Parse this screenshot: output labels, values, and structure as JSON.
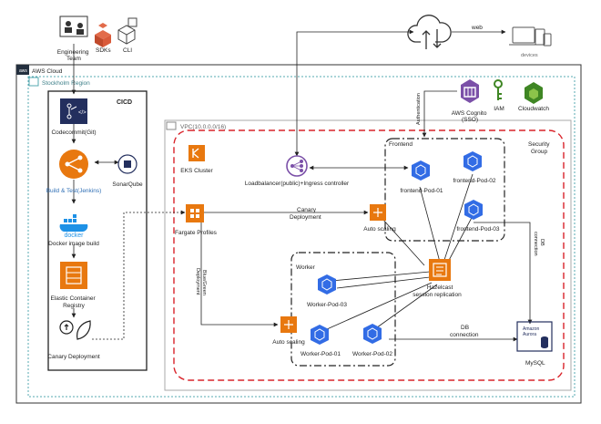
{
  "top": {
    "engineering_team": [
      "Engineering",
      "Team"
    ],
    "sdks": "SDKs",
    "cli": "CLI",
    "web": "web",
    "devices": "devices"
  },
  "regions": {
    "aws_cloud": "AWS Cloud",
    "stockholm": "Stockholm Region",
    "cicd": "CICD",
    "vpc": "VPC(10.0.0.0/16)",
    "frontend": "Frontend",
    "worker": "Worker",
    "security_group": [
      "Security",
      "Group"
    ]
  },
  "cicd": {
    "codecommit": "Codecommit(Git)",
    "build_test": "Build & Test(Jenkins)",
    "sonarqube": "SonarQube",
    "docker_logo": "docker",
    "docker_build": "Docker image build",
    "ecr": [
      "Elastic Container",
      "Registry"
    ],
    "canary": "Canary Deployment"
  },
  "services": {
    "cognito": [
      "AWS Cognito",
      "(SSO)"
    ],
    "iam": "IAM",
    "cloudwatch": "Cloudwatch",
    "eks": "EKS Cluster",
    "loadbalancer": "Loadbalancer(public)+Ingress controller",
    "fargate": "Fargate Profiles",
    "autoscaling_front": "Auto scaling",
    "autoscaling_worker": "Auto scaling",
    "hazelcast": [
      "Hazelcast",
      "session replication"
    ],
    "aurora": [
      "Amazon",
      "Aurora"
    ],
    "mysql": "MySQL"
  },
  "pods": {
    "frontend_1": "frontend-Pod-01",
    "frontend_2": "frontend-Pod-02",
    "frontend_3": "frontend-Pod-03",
    "worker_1": "Worker-Pod-01",
    "worker_2": "Worker-Pod-02",
    "worker_3": "Worker-Pod-03"
  },
  "edges": {
    "authentication": "Authentication",
    "canary_deployment": [
      "Canary",
      "Deployment"
    ],
    "bluegreen_deployment": [
      "Blue/Green",
      "Deployment"
    ],
    "db_connection_right": [
      "DB",
      "connection"
    ],
    "db_connection_bottom": [
      "DB",
      "connection"
    ]
  },
  "colors": {
    "aws_orange": "#E8780F",
    "purple": "#7B50A8",
    "k8s_blue": "#326CE5",
    "green": "#3F8624",
    "navy": "#232F5E",
    "red_dashed": "#D9232A",
    "teal_dotted": "#56A8B0"
  }
}
